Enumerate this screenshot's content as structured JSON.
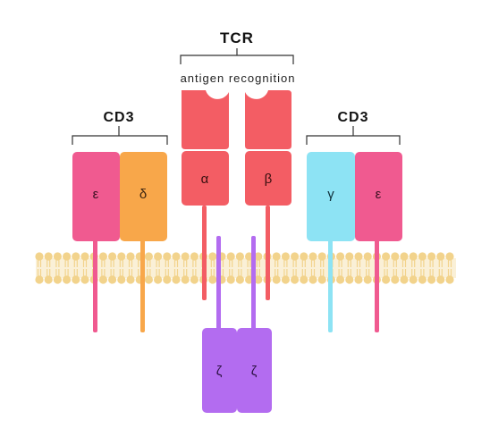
{
  "tcr": {
    "title": "TCR",
    "subtitle": "antigen recognition",
    "alpha": "α",
    "beta": "β"
  },
  "cd3_left": {
    "title": "CD3",
    "epsilon": "ε",
    "delta": "δ"
  },
  "cd3_right": {
    "title": "CD3",
    "gamma": "γ",
    "epsilon": "ε"
  },
  "zeta": {
    "left": "ζ",
    "right": "ζ"
  },
  "colors": {
    "tcr": "#f35d64",
    "epsilon": "#f05a90",
    "delta": "#f8a74a",
    "gamma": "#8de3f4",
    "zeta": "#b36cf0",
    "membrane": "#f2d38c",
    "bracket": "#333333"
  }
}
